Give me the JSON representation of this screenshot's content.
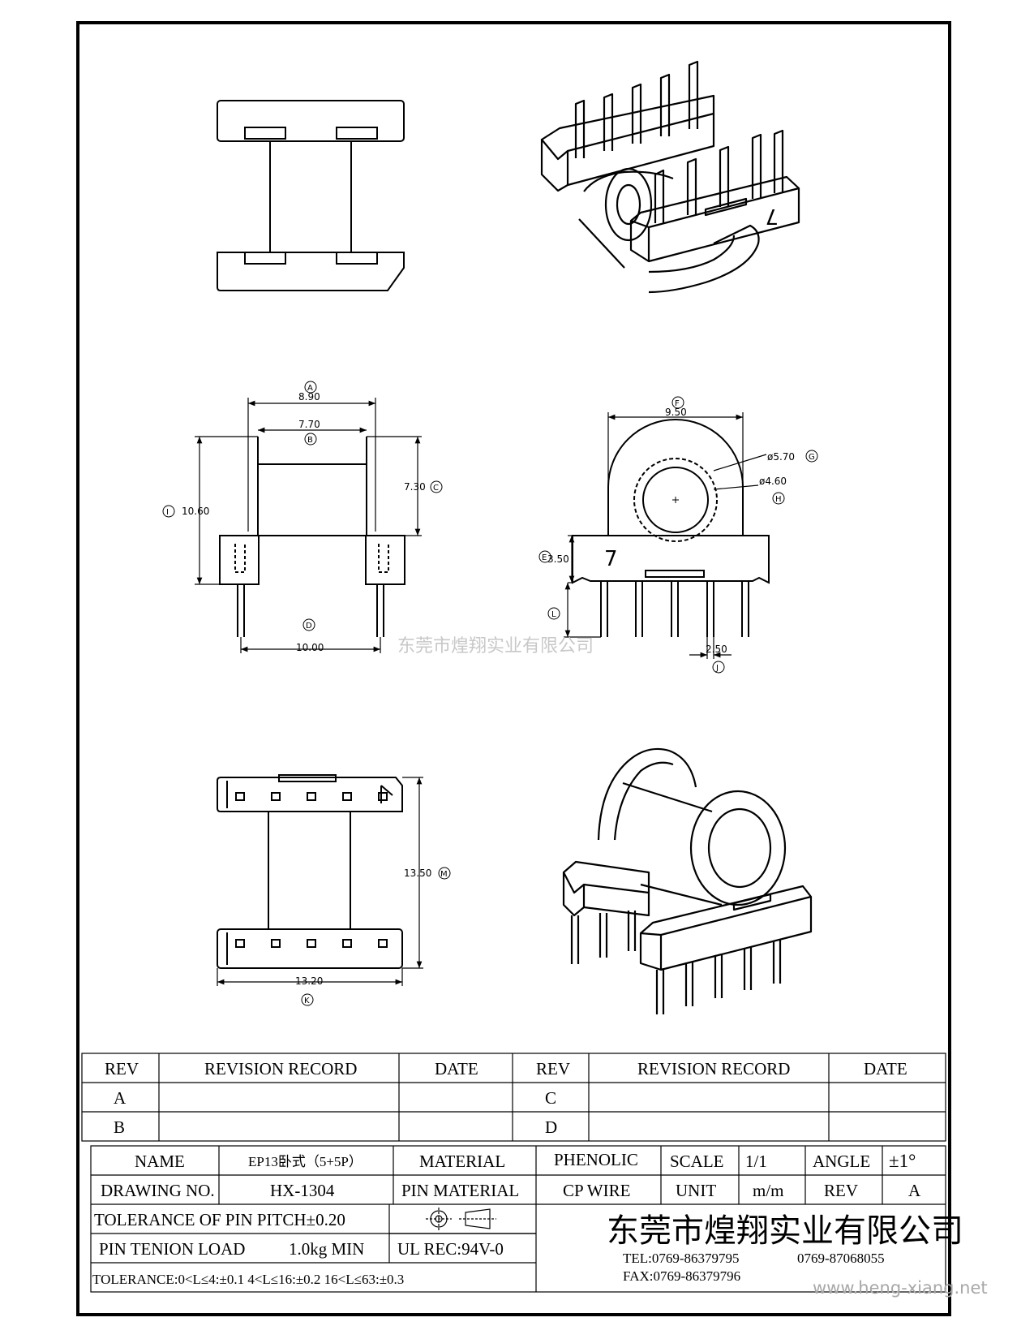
{
  "watermark": "东莞市煌翔实业有限公司",
  "footer_url": "www.heng-xiang.net",
  "views": {
    "pin_marker": "7"
  },
  "dimensions": {
    "A": {
      "letter": "A",
      "value": "8.90"
    },
    "B": {
      "letter": "B",
      "value": "7.70"
    },
    "C": {
      "letter": "C",
      "value": "7.30"
    },
    "D": {
      "letter": "D",
      "value": "10.00"
    },
    "E": {
      "letter": "E",
      "value": "3.50"
    },
    "F": {
      "letter": "F",
      "value": "9.50"
    },
    "G": {
      "letter": "G",
      "value": "ø5.70"
    },
    "H": {
      "letter": "H",
      "value": "ø4.60"
    },
    "I": {
      "letter": "I",
      "value": "10.60"
    },
    "J": {
      "letter": "J",
      "value": "2.50"
    },
    "K": {
      "letter": "K",
      "value": "13.20"
    },
    "L": {
      "letter": "L",
      "value": ""
    },
    "M": {
      "letter": "M",
      "value": "13.50"
    }
  },
  "revision_table": {
    "headers": [
      "REV",
      "REVISION RECORD",
      "DATE",
      "REV",
      "REVISION RECORD",
      "DATE"
    ],
    "rows": [
      [
        "A",
        "",
        "",
        "C",
        "",
        ""
      ],
      [
        "B",
        "",
        "",
        "D",
        "",
        ""
      ]
    ]
  },
  "title_block": {
    "name_label": "NAME",
    "name_value": "EP13卧式（5+5P）",
    "material_label": "MATERIAL",
    "material_value": "PHENOLIC",
    "scale_label": "SCALE",
    "scale_value": "1/1",
    "angle_label": "ANGLE",
    "angle_value": "±1°",
    "drawing_no_label": "DRAWING NO.",
    "drawing_no_value": "HX-1304",
    "pin_material_label": "PIN MATERIAL",
    "pin_material_value": "CP WIRE",
    "unit_label": "UNIT",
    "unit_value": "m/m",
    "rev_label": "REV",
    "rev_value": "A",
    "tol_pitch": "TOLERANCE OF PIN PITCH±0.20",
    "pin_tenion": "PIN TENION LOAD",
    "pin_tenion_value": "1.0kg MIN",
    "ul": "UL REC:94V-0",
    "tolerance_line": "TOLERANCE:0<L≤4:±0.1  4<L≤16:±0.2  16<L≤63:±0.3",
    "company": "东莞市煌翔实业有限公司",
    "tel": "TEL:0769-86379795",
    "tel2": "0769-87068055",
    "fax": "FAX:0769-86379796"
  }
}
